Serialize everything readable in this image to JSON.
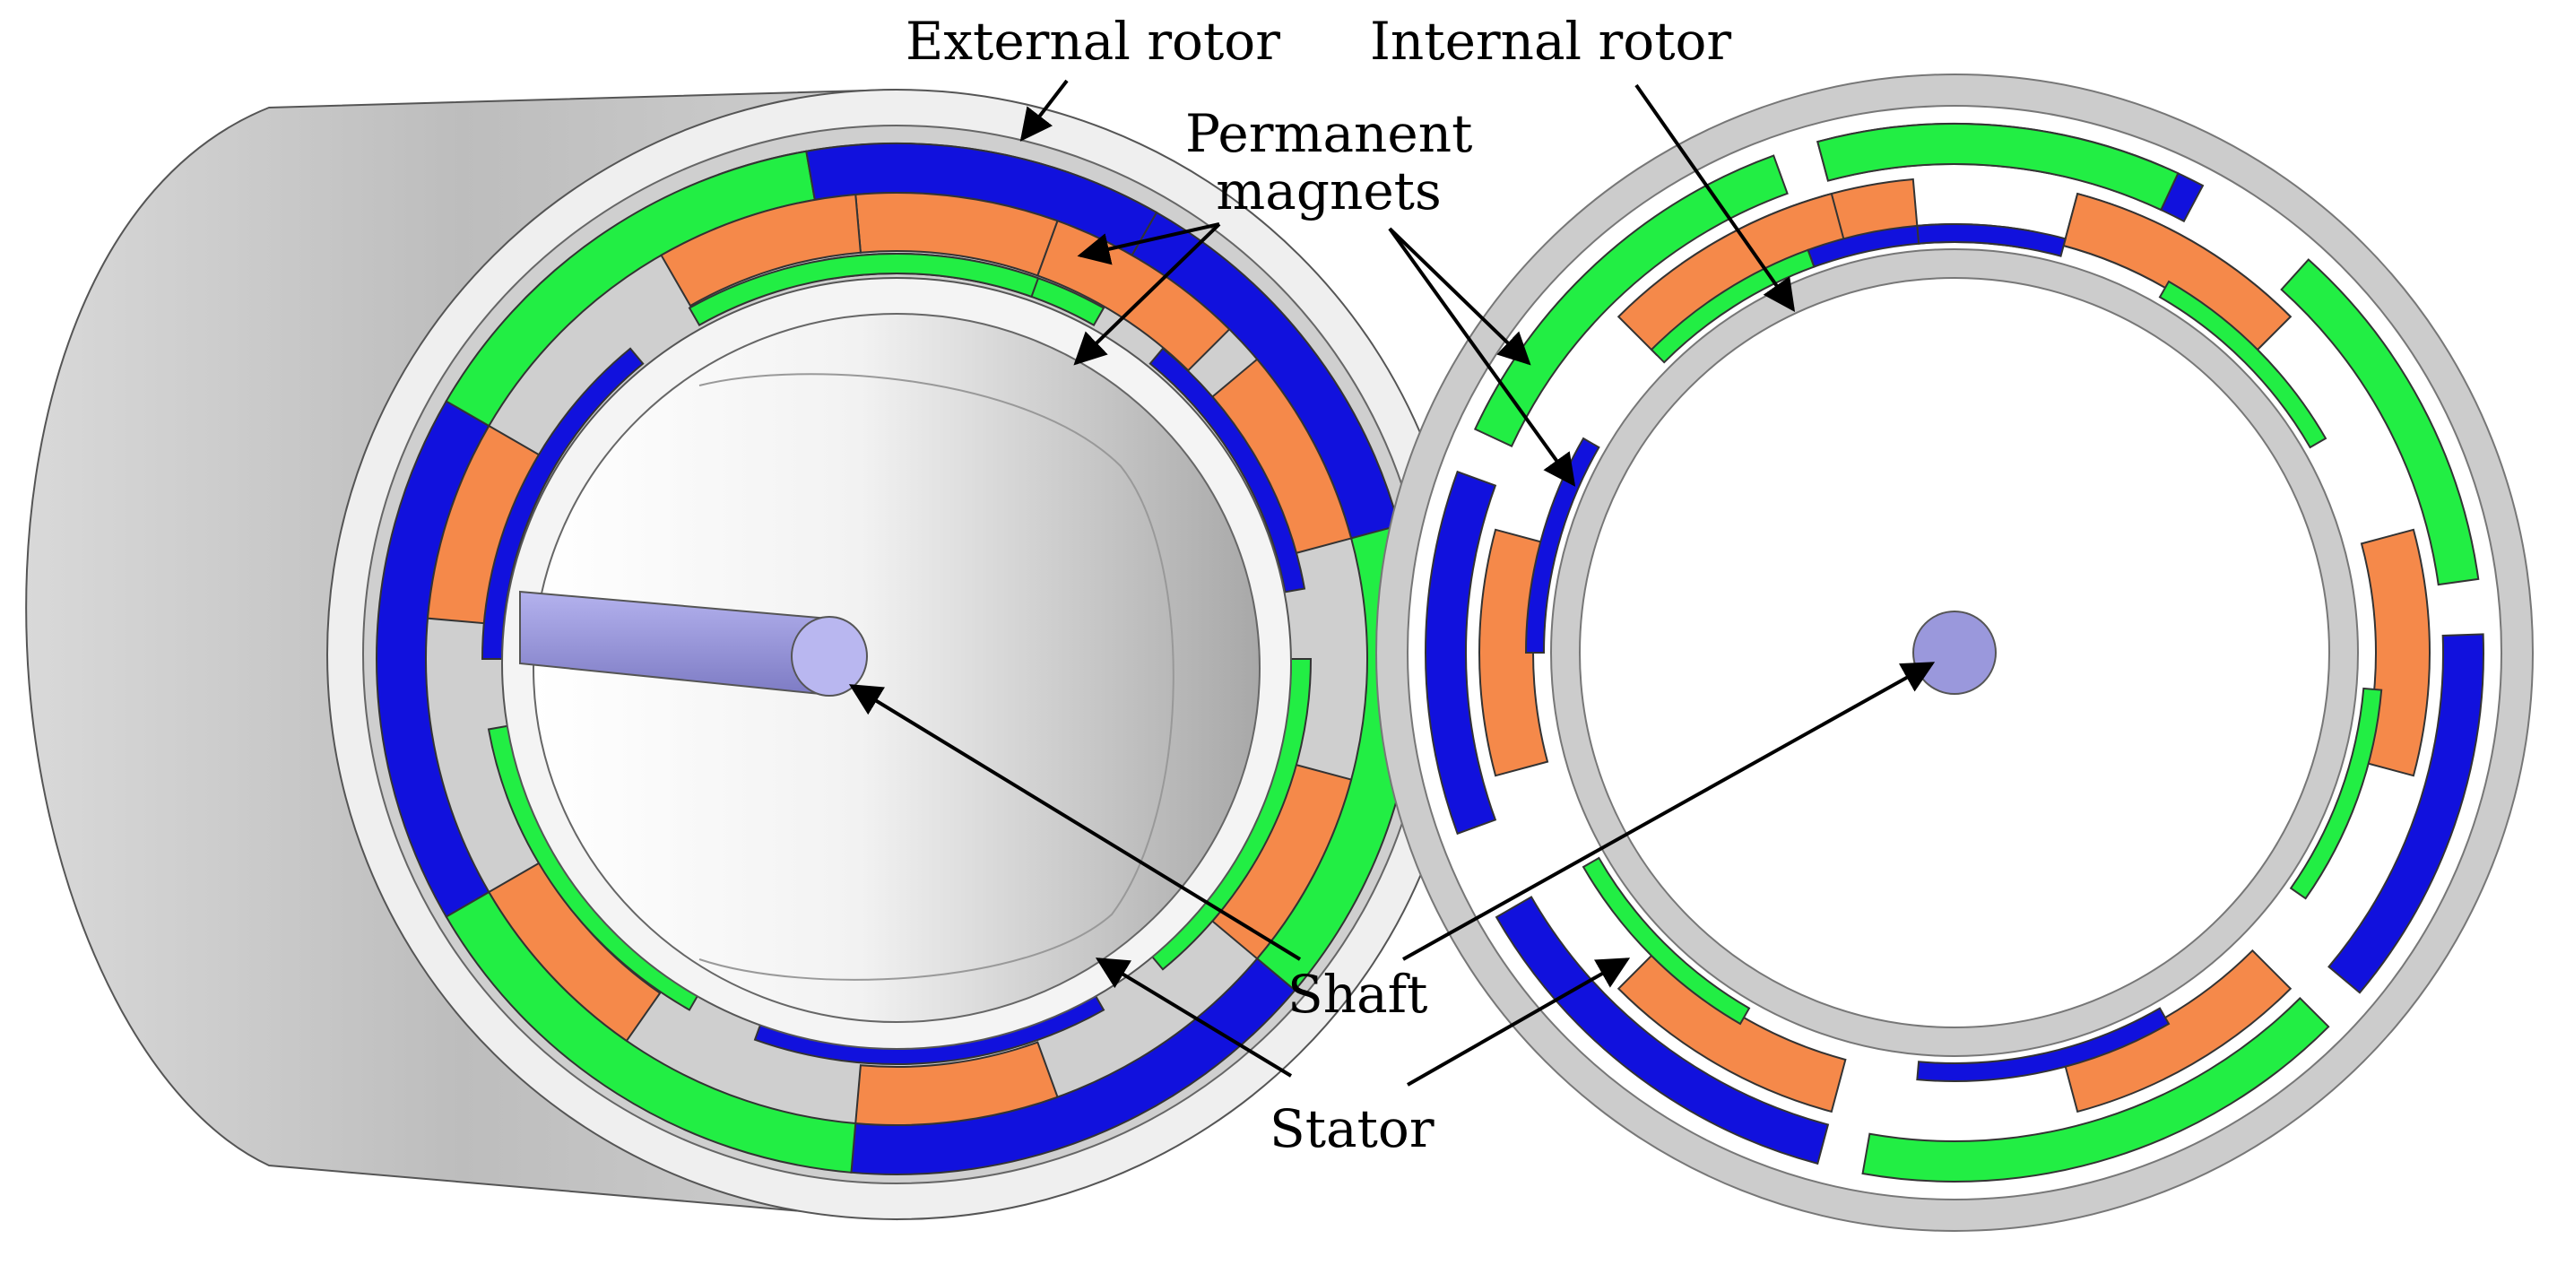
{
  "labels": {
    "external_rotor": "External rotor",
    "internal_rotor": "Internal rotor",
    "permanent_magnets_line1": "Permanent",
    "permanent_magnets_line2": "magnets",
    "shaft": "Shaft",
    "stator": "Stator"
  },
  "colors": {
    "rotor_gray": "#c8c8c8",
    "rotor_light": "#eeeeee",
    "magnet_green": "#22ee44",
    "magnet_blue": "#1111dd",
    "stator_orange": "#f5894a",
    "shaft_purple": "#9a98dc",
    "arrow": "#000000"
  }
}
